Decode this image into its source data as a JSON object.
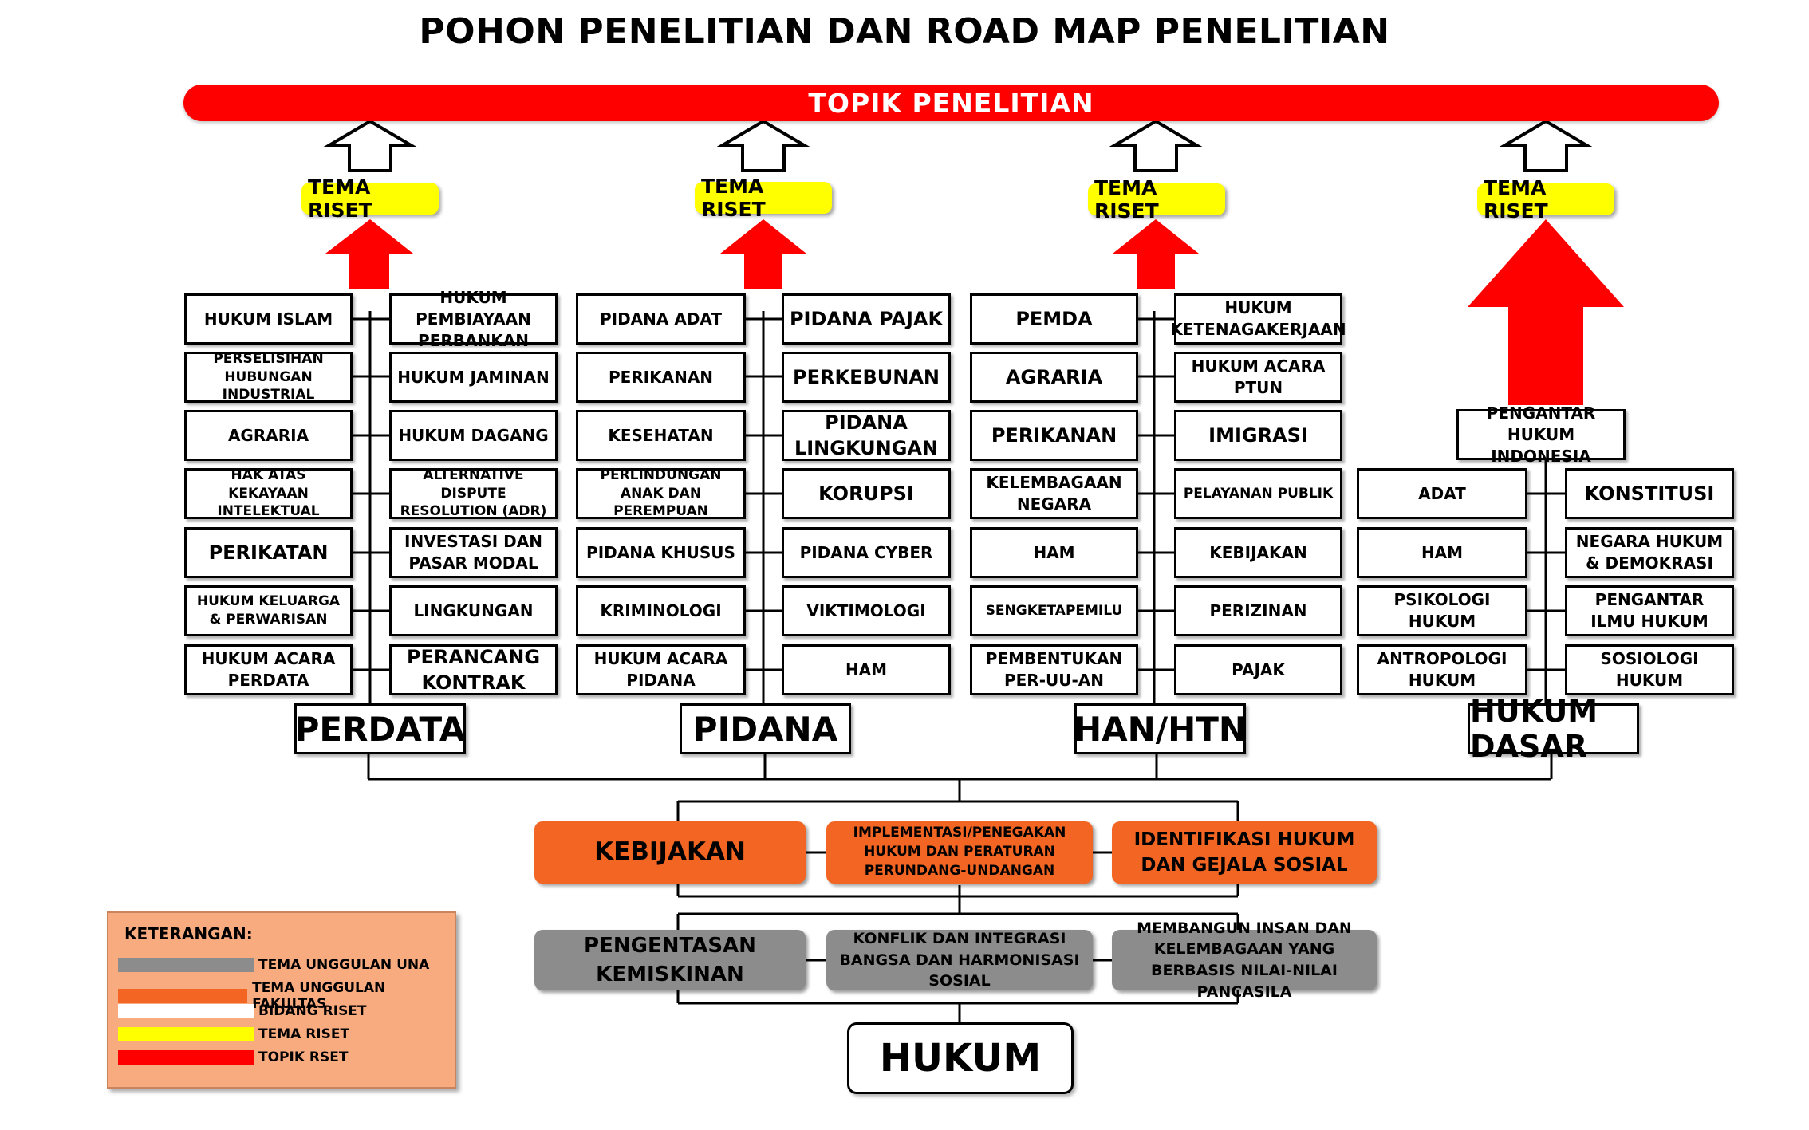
{
  "title": "POHON PENELITIAN DAN ROAD MAP PENELITIAN",
  "topic_bar": "TOPIK PENELITIAN",
  "tema_label": "TEMA RISET",
  "branches": [
    {
      "category": "PERDATA",
      "left": [
        "HUKUM ISLAM",
        "PERSELISIHAN HUBUNGAN INDUSTRIAL",
        "AGRARIA",
        "HAK ATAS KEKAYAAN INTELEKTUAL",
        "PERIKATAN",
        "HUKUM KELUARGA & PERWARISAN",
        "HUKUM ACARA PERDATA"
      ],
      "right": [
        "HUKUM PEMBIAYAAN PERBANKAN",
        "HUKUM JAMINAN",
        "HUKUM DAGANG",
        "ALTERNATIVE DISPUTE RESOLUTION (ADR)",
        "INVESTASI DAN PASAR MODAL",
        "LINGKUNGAN",
        "PERANCANG KONTRAK"
      ]
    },
    {
      "category": "PIDANA",
      "left": [
        "PIDANA ADAT",
        "PERIKANAN",
        "KESEHATAN",
        "PERLINDUNGAN ANAK DAN PEREMPUAN",
        "PIDANA KHUSUS",
        "KRIMINOLOGI",
        "HUKUM ACARA PIDANA"
      ],
      "right": [
        "PIDANA PAJAK",
        "PERKEBUNAN",
        "PIDANA LINGKUNGAN",
        "KORUPSI",
        "PIDANA CYBER",
        "VIKTIMOLOGI",
        "HAM"
      ]
    },
    {
      "category": "HAN/HTN",
      "left": [
        "PEMDA",
        "AGRARIA",
        "PERIKANAN",
        "KELEMBAGAAN NEGARA",
        "HAM",
        "SENGKETAPEMILU",
        "PEMBENTUKAN PER-UU-AN"
      ],
      "right": [
        "HUKUM KETENAGAKERJAAN",
        "HUKUM ACARA PTUN",
        "IMIGRASI",
        "PELAYANAN PUBLIK",
        "KEBIJAKAN",
        "PERIZINAN",
        "PAJAK"
      ]
    },
    {
      "category": "HUKUM DASAR",
      "top": "PENGANTAR HUKUM INDONESIA",
      "left": [
        "ADAT",
        "HAM",
        "PSIKOLOGI HUKUM",
        "ANTROPOLOGI HUKUM"
      ],
      "right": [
        "KONSTITUSI",
        "NEGARA HUKUM & DEMOKRASI",
        "PENGANTAR ILMU HUKUM",
        "SOSIOLOGI HUKUM"
      ]
    }
  ],
  "faculty_themes": [
    "KEBIJAKAN",
    "IMPLEMENTASI/PENEGAKAN HUKUM DAN PERATURAN PERUNDANG-UNDANGAN",
    "IDENTIFIKASI HUKUM DAN GEJALA SOSIAL"
  ],
  "una_themes": [
    "PENGENTASAN KEMISKINAN",
    "KONFLIK DAN INTEGRASI BANGSA DAN HARMONISASI SOSIAL",
    "MEMBANGUN INSAN DAN KELEMBAGAAN YANG BERBASIS NILAI-NILAI PANCASILA"
  ],
  "root": "HUKUM",
  "legend": {
    "title": "KETERANGAN:",
    "items": [
      {
        "label": "TEMA UNGGULAN UNA",
        "color": "#8c8c8c"
      },
      {
        "label": "TEMA UNGGULAN FAKULTAS",
        "color": "#f26522"
      },
      {
        "label": "BIDANG RISET",
        "color": "#ffffff"
      },
      {
        "label": "TEMA RISET",
        "color": "#ffff00"
      },
      {
        "label": "TOPIK RSET",
        "color": "#ff0000"
      }
    ]
  },
  "colors": {
    "topic": "#ff0000",
    "tema": "#ffff00",
    "faculty": "#f26522",
    "una": "#8c8c8c"
  }
}
